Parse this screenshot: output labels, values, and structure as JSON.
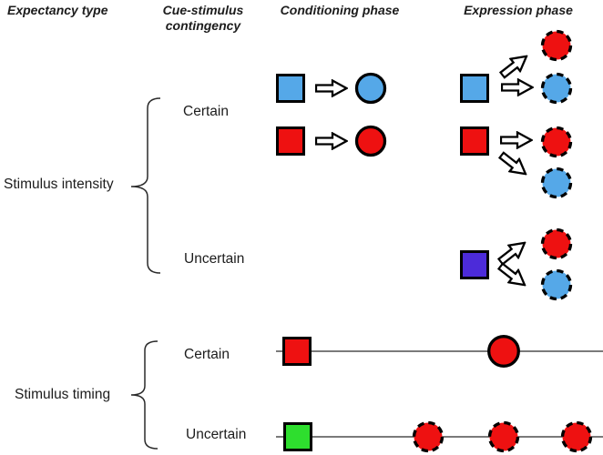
{
  "colors": {
    "blue": "#55A8E8",
    "red": "#EE1111",
    "purple": "#4C2BD9",
    "green": "#2EDE2E",
    "ink": "#1c1c1c",
    "timeline": "#7a7a7a"
  },
  "headers": {
    "expectancy_type": "Expectancy type",
    "cue_stimulus_line1": "Cue-stimulus",
    "cue_stimulus_line2": "contingency",
    "conditioning_phase": "Conditioning phase",
    "expression_phase": "Expression phase"
  },
  "stimulus_intensity": {
    "label": "Stimulus intensity",
    "certain": "Certain",
    "uncertain": "Uncertain"
  },
  "stimulus_timing": {
    "label": "Stimulus timing",
    "certain": "Certain",
    "uncertain": "Uncertain"
  },
  "diagram": {
    "intensity_certain_blue_row": {
      "conditioning": {
        "cue": "blue-square",
        "arrow": "right",
        "outcome": "blue-circle-solid"
      },
      "expression": {
        "cue": "blue-square",
        "arrows": [
          "up-right",
          "right"
        ],
        "outcomes": [
          "red-circle-dashed",
          "blue-circle-dashed"
        ]
      }
    },
    "intensity_certain_red_row": {
      "conditioning": {
        "cue": "red-square",
        "arrow": "right",
        "outcome": "red-circle-solid"
      },
      "expression": {
        "cue": "red-square",
        "arrows": [
          "right",
          "down-right"
        ],
        "outcomes": [
          "red-circle-dashed",
          "blue-circle-dashed"
        ]
      }
    },
    "intensity_uncertain_row": {
      "expression": {
        "cue": "purple-square",
        "arrows": [
          "up-right",
          "down-right"
        ],
        "outcomes": [
          "red-circle-dashed",
          "blue-circle-dashed"
        ]
      }
    },
    "timing_certain_row": {
      "timeline": true,
      "cue": "red-square",
      "outcomes": [
        "red-circle-solid"
      ]
    },
    "timing_uncertain_row": {
      "timeline": true,
      "cue": "green-square",
      "outcomes": [
        "red-circle-dashed",
        "red-circle-dashed",
        "red-circle-dashed"
      ]
    }
  }
}
